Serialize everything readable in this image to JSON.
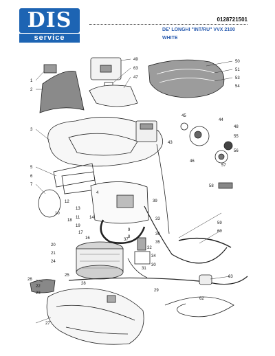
{
  "header": {
    "logo_word": "DIS",
    "logo_sub": "service",
    "document_code": "0128721501",
    "model_line": "DE' LONGHI  \"INT/RU\"  VVX 2100",
    "color_line": "WHITE"
  },
  "callouts": [
    "49",
    "63",
    "47",
    "50",
    "51",
    "53",
    "54",
    "1",
    "2",
    "3",
    "45",
    "44",
    "43",
    "48",
    "55",
    "56",
    "57",
    "46",
    "58",
    "5",
    "6",
    "7",
    "4",
    "12",
    "13",
    "10",
    "11",
    "39",
    "18",
    "19",
    "9",
    "14",
    "8",
    "37",
    "17",
    "16",
    "20",
    "21",
    "24",
    "36",
    "35",
    "33",
    "32",
    "34",
    "30",
    "31",
    "60",
    "59",
    "63",
    "25",
    "26",
    "28",
    "29",
    "27",
    "22",
    "23",
    "62"
  ],
  "colors": {
    "brand_blue": "#1d64b3",
    "model_blue": "#2a5cb0",
    "line": "#222222"
  }
}
